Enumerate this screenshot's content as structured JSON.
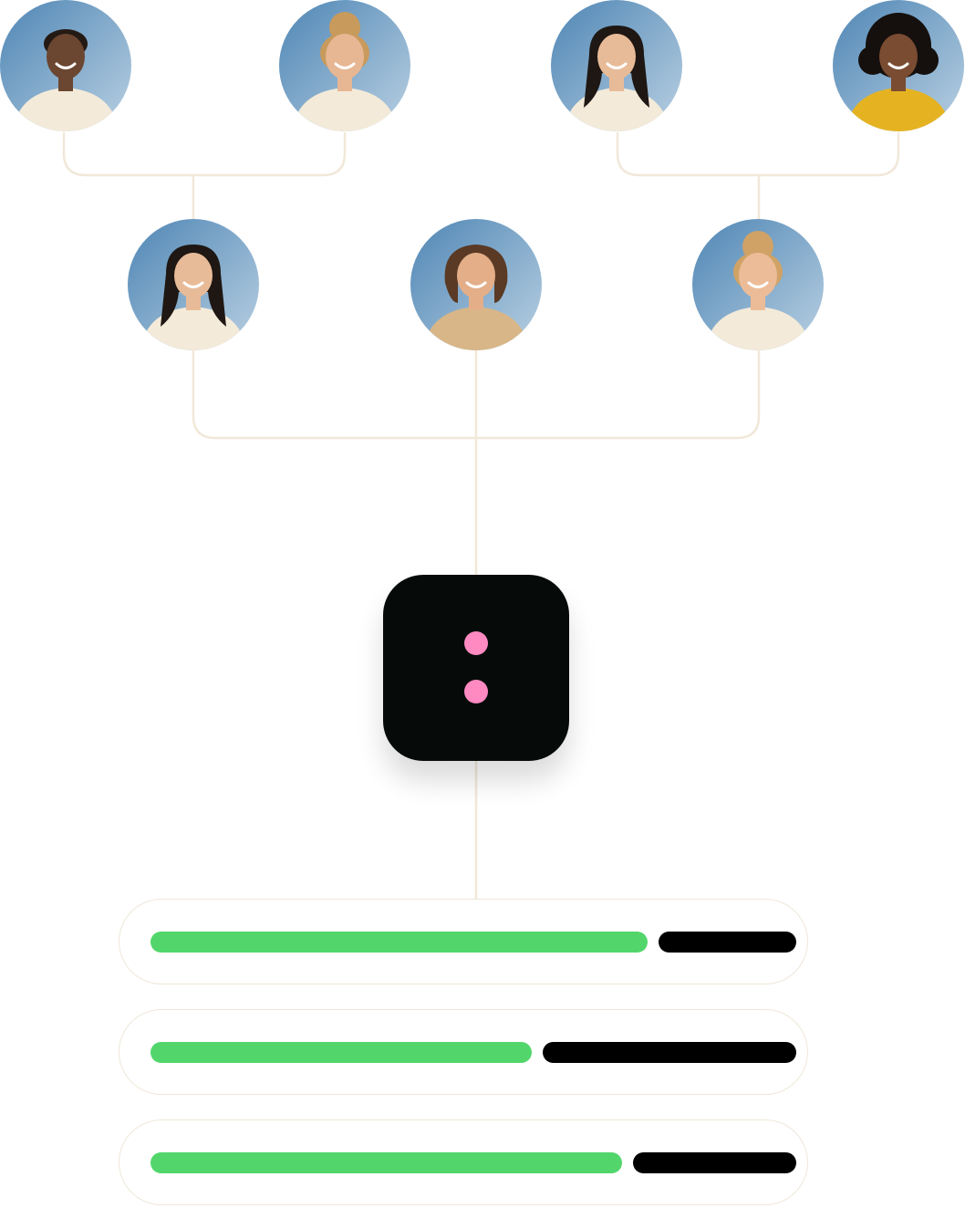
{
  "colors": {
    "connector": "#f1e8d9",
    "hub_background": "#060b0a",
    "hub_dot": "#ff8ac2",
    "bar_filled": "#52d66b",
    "bar_remaining": "#000000",
    "sky": "#4f86b5",
    "sky_light": "#b9d0e2"
  },
  "people": [
    {
      "id": "person-1",
      "shirt": "#f3ead9",
      "skin": "#6b4630",
      "hair": "#241a14",
      "hair_style": "short"
    },
    {
      "id": "person-2",
      "shirt": "#f3ead9",
      "skin": "#e7b693",
      "hair": "#c89a5c",
      "hair_style": "bun"
    },
    {
      "id": "person-3",
      "shirt": "#f3ead9",
      "skin": "#e8bb98",
      "hair": "#1e1713",
      "hair_style": "long"
    },
    {
      "id": "person-4",
      "shirt": "#e5b321",
      "skin": "#7a4c32",
      "hair": "#15100d",
      "hair_style": "curly"
    },
    {
      "id": "person-5",
      "shirt": "#f3ead9",
      "skin": "#e8bb98",
      "hair": "#1e1713",
      "hair_style": "long"
    },
    {
      "id": "person-6",
      "shirt": "#d8b688",
      "skin": "#e3ae88",
      "hair": "#5a3a24",
      "hair_style": "bob"
    },
    {
      "id": "person-7",
      "shirt": "#f3ead9",
      "skin": "#ecbc98",
      "hair": "#d0a266",
      "hair_style": "bun"
    }
  ],
  "hub": {
    "icon": "two-dots-icon"
  },
  "progress_bars": [
    {
      "id": "progress-1",
      "filled_fraction": 0.77
    },
    {
      "id": "progress-2",
      "filled_fraction": 0.59
    },
    {
      "id": "progress-3",
      "filled_fraction": 0.73
    }
  ]
}
